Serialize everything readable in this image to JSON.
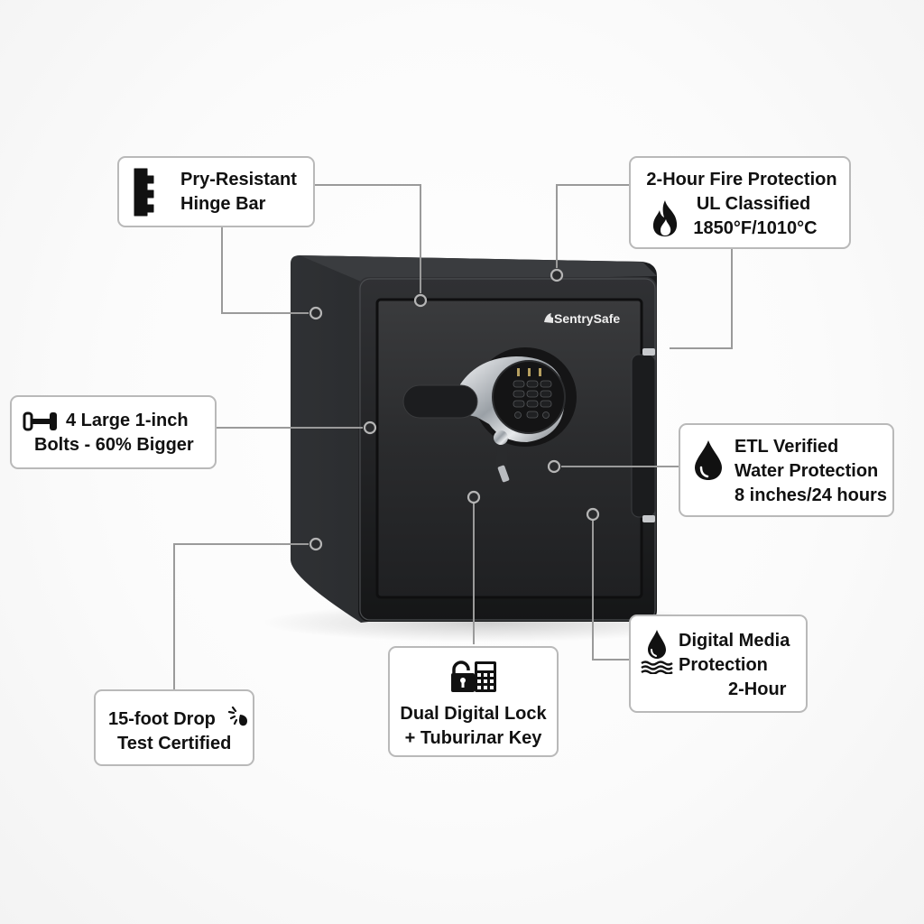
{
  "product": {
    "brand": "SentrySafe",
    "colors": {
      "safe_body": "#1e1f21",
      "safe_side": "#2a2c2f",
      "door_panel": "#262729",
      "chrome": "#c9ccd0",
      "leader_line": "#9a9a9a",
      "callout_border": "#b9b9b9",
      "text": "#111111"
    }
  },
  "callouts": {
    "hinge": {
      "icon": "hinge-bar-icon",
      "lines": [
        "Pry-Resistant",
        "Hinge Bar"
      ]
    },
    "fire": {
      "icon": "flame-icon",
      "lines": [
        "2-Hour Fire Protection",
        "UL Classified",
        "1850°F/1010°C"
      ]
    },
    "bolts": {
      "icon": "bolt-icon",
      "lines": [
        "4 Large 1-inch",
        "Bolts - 60% Bigger"
      ]
    },
    "water": {
      "icon": "water-drop-icon",
      "lines": [
        "ETL Verified",
        "Water Protection",
        "8 inches/24 hours"
      ]
    },
    "media": {
      "icon": "drop-waves-icon",
      "lines": [
        "Digital Media",
        "Protection",
        "2-Hour"
      ]
    },
    "lock": {
      "icon": "padlock-keypad-icon",
      "lines": [
        "Dual Digital Lock",
        "+ Tuburiлar Key"
      ]
    },
    "drop": {
      "icon": "impact-icon",
      "lines": [
        "15-foot Drop",
        "Test Certified"
      ]
    }
  }
}
